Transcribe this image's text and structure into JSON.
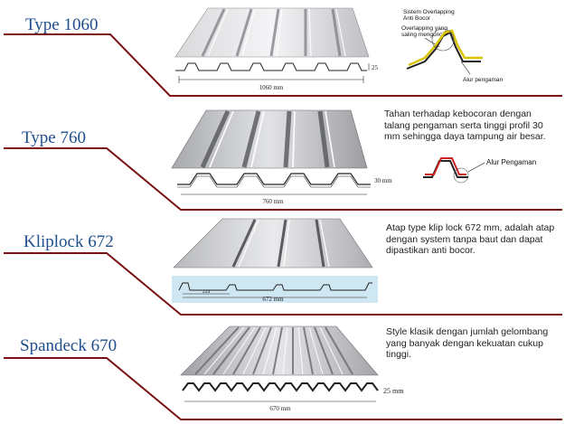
{
  "colors": {
    "leader_line": "#7b1113",
    "label_blue": "#1f4e8c",
    "kliplock_band": "#cfe6f3",
    "overlap_yellow": "#d8c400",
    "alur_red": "#cc1f1f"
  },
  "products": [
    {
      "name": "Type 1060",
      "dim_width": "1060 mm",
      "dim_height": "25 mm",
      "overlap_title": "Sistem Overlapping Anti Bocor",
      "overlap_note": "Overlapping yang saling mengunci",
      "alur_label": "Alur pengaman"
    },
    {
      "name": "Type 760",
      "dim_width": "760 mm",
      "dim_height": "30 mm",
      "description": "Tahan terhadap kebocoran dengan talang pengaman serta tinggi profil 30 mm sehingga daya tampung air besar.",
      "alur_label": "Alur Pengaman"
    },
    {
      "name": "Kliplock 672",
      "dim_width": "672 mm",
      "dim_sub": "224",
      "description": "Atap type klip lock 672 mm, adalah atap dengan system tanpa baut dan dapat dipastikan anti bocor."
    },
    {
      "name": "Spandeck 670",
      "dim_width": "670 mm",
      "dim_height": "25 mm",
      "description": "Style klasik dengan jumlah gelombang yang banyak dengan kekuatan cukup tinggi."
    }
  ]
}
